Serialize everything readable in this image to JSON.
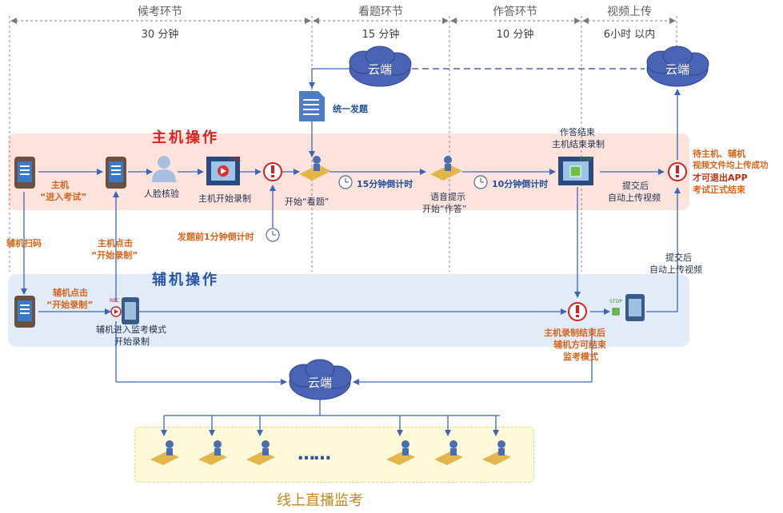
{
  "phases": [
    {
      "label": "候考环节",
      "time": "30 分钟"
    },
    {
      "label": "看题环节",
      "time": "15 分钟"
    },
    {
      "label": "作答环节",
      "time": "10 分钟"
    },
    {
      "label": "视频上传",
      "time": "6小时 以内"
    }
  ],
  "bands": {
    "host_title": "主机操作",
    "aux_title": "辅机操作"
  },
  "clouds": {
    "top_left": "云端",
    "top_right": "云端",
    "bottom": "云端"
  },
  "host": {
    "enter_exam_line1": "主机",
    "enter_exam_line2": "“进入考试”",
    "face_check": "人脸核验",
    "start_record": "主机开始录制",
    "start_view": "开始“看题”",
    "countdown_15": "15分钟倒计时",
    "voice_prompt_line1": "语音提示",
    "voice_prompt_line2": "开始“作答”",
    "countdown_10": "10分钟倒计时",
    "end_answer_line1": "作答结束",
    "end_answer_line2": "主机结束录制",
    "submit_line1": "提交后",
    "submit_line2": "自动上传视频",
    "pre_countdown": "发题前1分钟倒计时",
    "unified_issue": "统一发题",
    "final_line1": "待主机、辅机",
    "final_line2": "视频文件均上传成功",
    "final_line3": "才可退出APP",
    "final_line4": "考试正式结束"
  },
  "aux": {
    "scan": "辅机扫码",
    "host_click_line1": "主机点击",
    "host_click_line2": "“开始录制”",
    "aux_click_line1": "辅机点击",
    "aux_click_line2": "“开始录制”",
    "monitor_line1": "辅机进入监考模式",
    "monitor_line2": "开始录制",
    "end_line1": "主机录制结束后",
    "end_line2": "辅机方可结束",
    "end_line3": "监考模式",
    "submit_line1": "提交后",
    "submit_line2": "自动上传视频"
  },
  "live": {
    "title": "线上直播监考",
    "ellipsis": "……"
  },
  "badges": {
    "rec": "REC",
    "stop": "STOP"
  },
  "colors": {
    "host_band": "#fde3dc",
    "aux_band": "#e2ecf8",
    "live_band": "#fdf8d8",
    "arrow": "#3d64b8",
    "cloud": "#4a63b4",
    "alert_red": "#d42020",
    "title_red": "#e02020",
    "title_blue": "#2a56a8",
    "orange_text": "#d9641c"
  }
}
